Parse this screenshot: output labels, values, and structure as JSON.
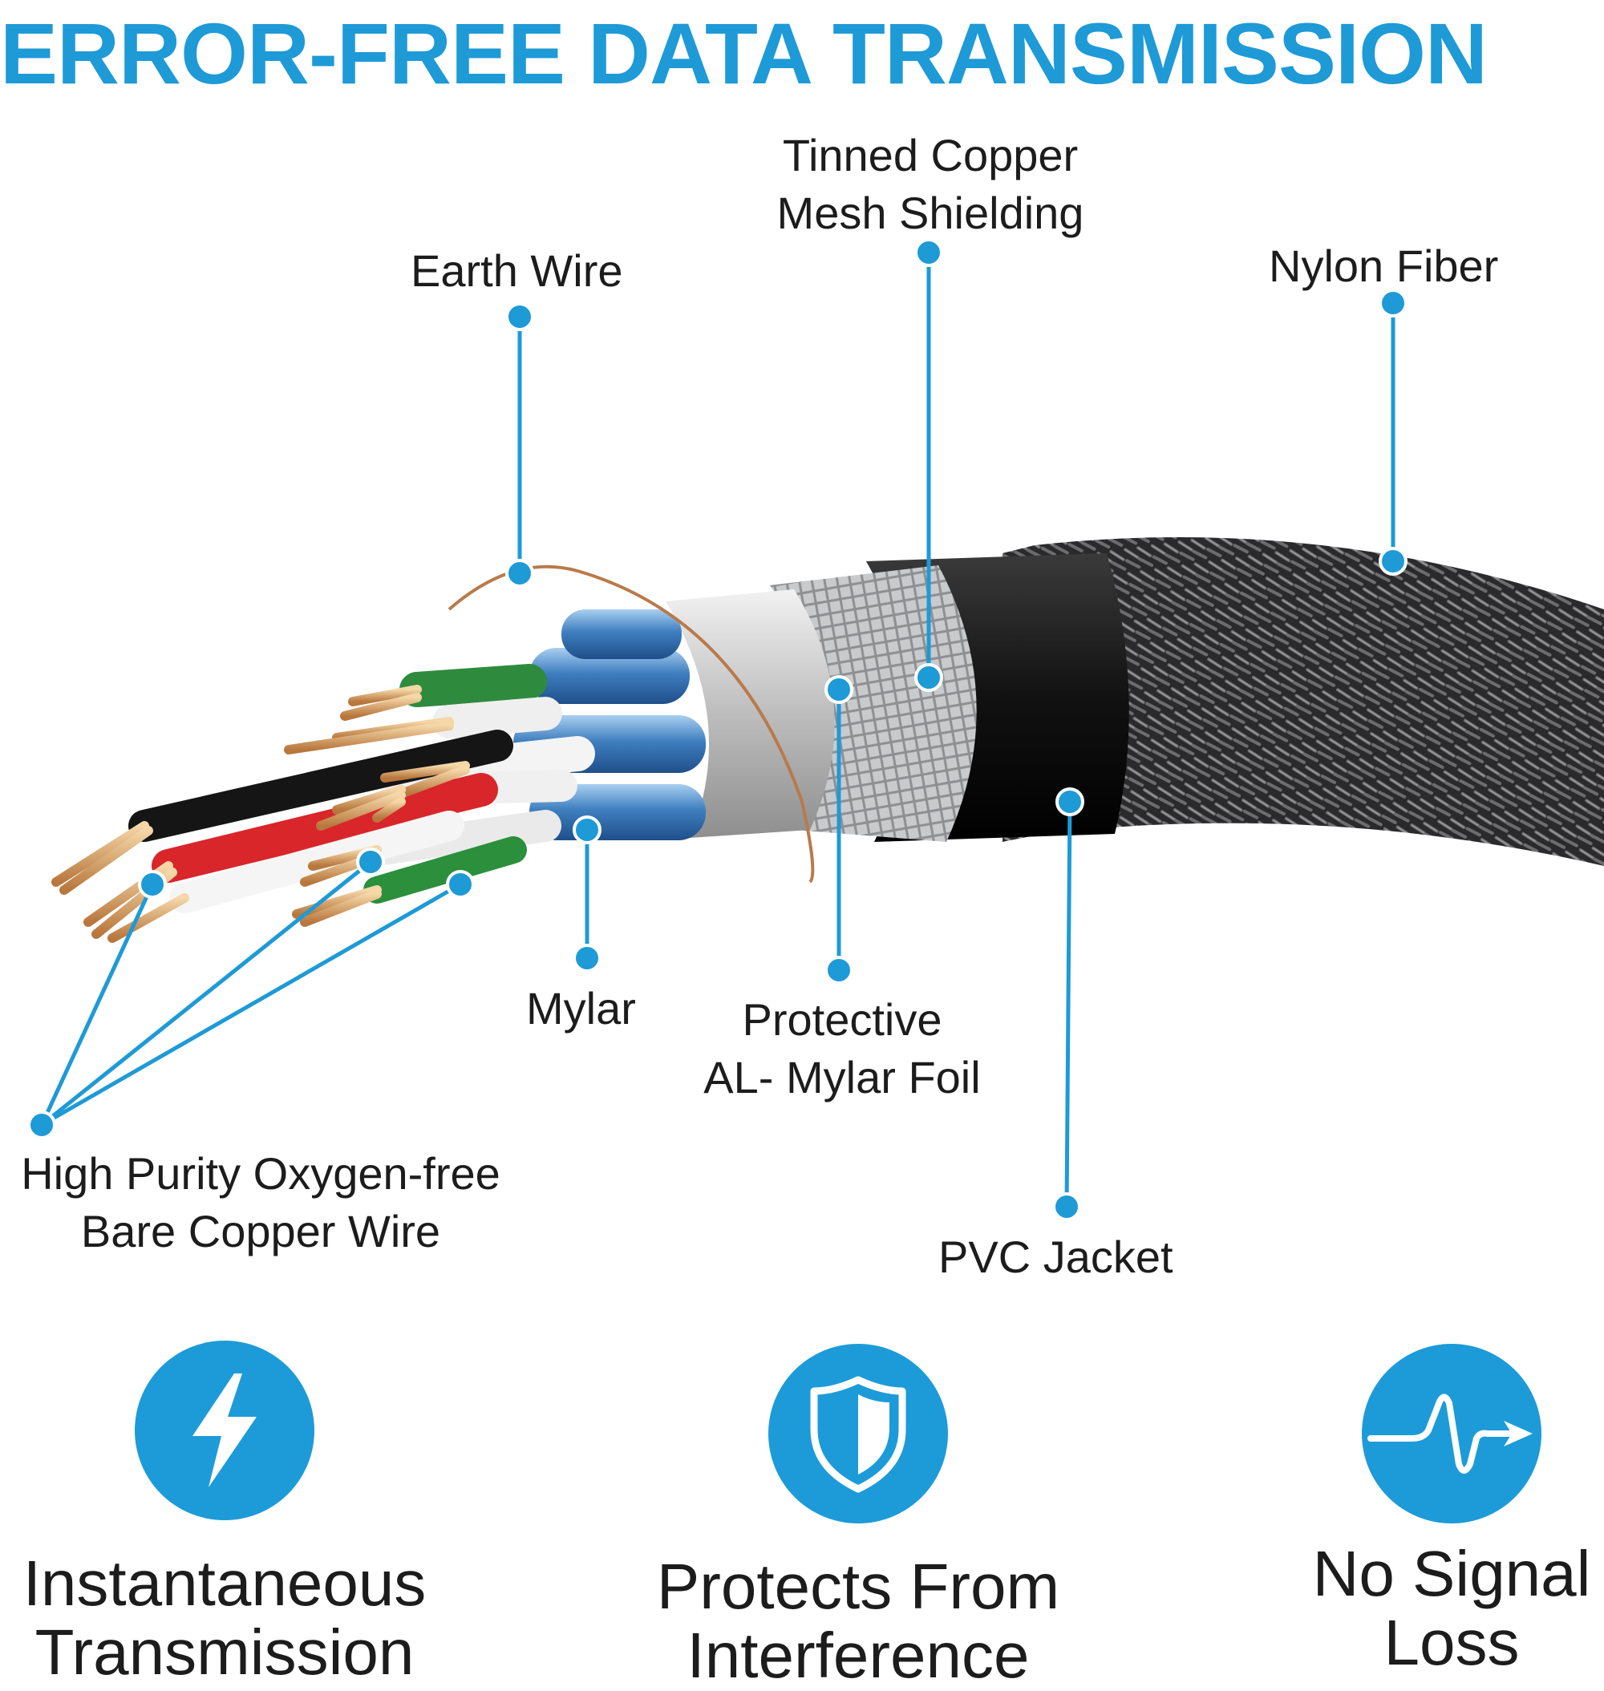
{
  "title": "ERROR-FREE DATA TRANSMISSION",
  "accent_color": "#1e9ad6",
  "cable_labels": {
    "earth_wire": "Earth Wire",
    "tinned_copper_line1": "Tinned Copper",
    "tinned_copper_line2": "Mesh Shielding",
    "nylon_fiber": "Nylon Fiber",
    "mylar": "Mylar",
    "protective_line1": "Protective",
    "protective_line2": "AL- Mylar Foil",
    "copper_wire_line1": "High Purity Oxygen-free",
    "copper_wire_line2": "Bare Copper Wire",
    "pvc_jacket": "PVC Jacket"
  },
  "features": [
    {
      "icon": "lightning-icon",
      "line1": "Instantaneous",
      "line2": "Transmission"
    },
    {
      "icon": "shield-icon",
      "line1": "Protects From",
      "line2": "Interference"
    },
    {
      "icon": "signal-wave-icon",
      "line1": "No Signal",
      "line2": "Loss"
    }
  ]
}
